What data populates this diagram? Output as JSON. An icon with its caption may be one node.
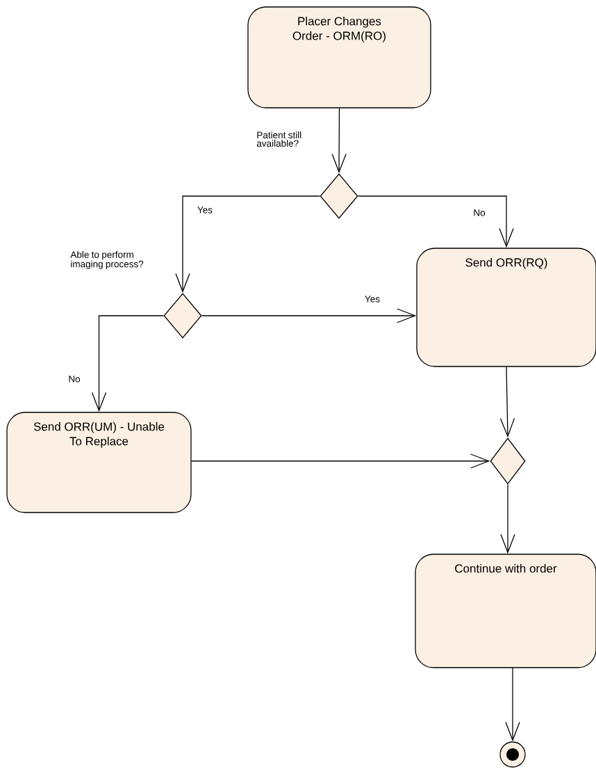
{
  "diagram": {
    "nodes": [
      {
        "text": [
          "Placer Changes Order - ORM(RO)"
        ]
      },
      {
        "text": [],
        "shape": "diamond"
      },
      {
        "text": [],
        "shape": "diamond"
      },
      {
        "text": [
          "Send ORR(RQ)"
        ]
      },
      {
        "text": [
          "Send ORR(UM) - Unable To Replace"
        ]
      },
      {
        "text": [],
        "shape": "diamond"
      },
      {
        "text": [
          "Continue with order"
        ]
      },
      {
        "text": [],
        "shape": "circle"
      }
    ],
    "edges": [
      {
        "from": 0,
        "to": 1,
        "arrow": "to"
      },
      {
        "from": 1,
        "to": 2,
        "arrow": "to",
        "label": "Yes"
      },
      {
        "from": 1,
        "to": 3,
        "arrow": "to",
        "label": "No"
      },
      {
        "from": 2,
        "to": 3,
        "arrow": "to",
        "label": "Yes"
      },
      {
        "from": 2,
        "to": 4,
        "arrow": "to",
        "label": "No"
      },
      {
        "from": 3,
        "to": 5,
        "arrow": "to"
      },
      {
        "from": 4,
        "to": 5,
        "arrow": "to"
      },
      {
        "from": 5,
        "to": 6,
        "arrow": "to"
      },
      {
        "from": 6,
        "to": 7,
        "arrow": "to"
      }
    ],
    "labels": [
      "Patient still available?",
      "Able to perform imaging process?"
    ]
  }
}
